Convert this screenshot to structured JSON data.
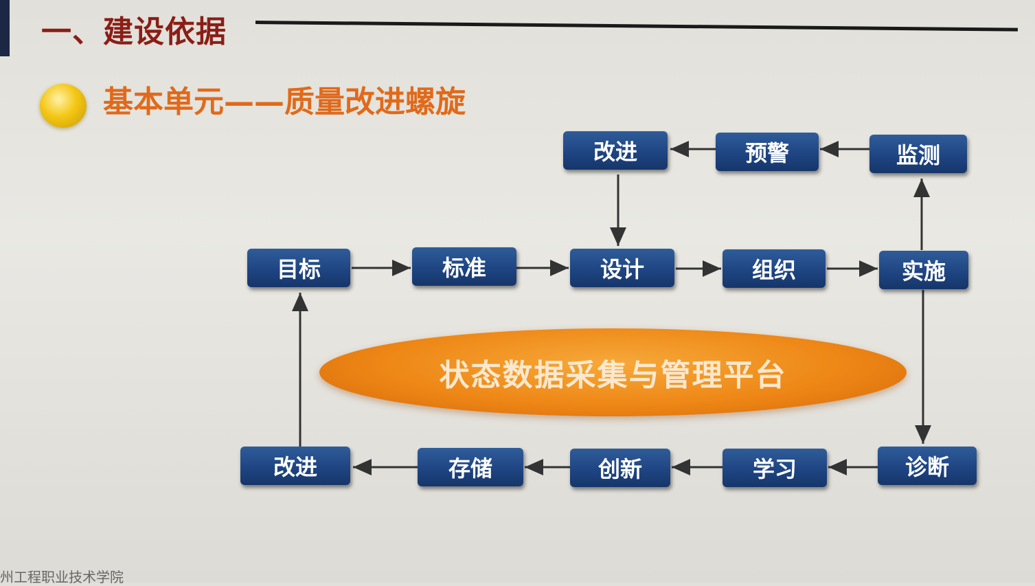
{
  "heading": "一、建设依据",
  "subheading": "基本单元——质量改进螺旋",
  "footer": "州工程职业技术学院",
  "colors": {
    "box": "#1d4380",
    "platform": "#ee8716",
    "heading": "#8a1e16",
    "subheading": "#e06a1a"
  },
  "nodes": {
    "improve_top": "改进",
    "warning": "预警",
    "monitor": "监测",
    "goal": "目标",
    "standard": "标准",
    "design": "设计",
    "organize": "组织",
    "implement": "实施",
    "improve_bottom": "改进",
    "storage": "存储",
    "innovation": "创新",
    "learning": "学习",
    "diagnosis": "诊断"
  },
  "platform": "状态数据采集与管理平台"
}
